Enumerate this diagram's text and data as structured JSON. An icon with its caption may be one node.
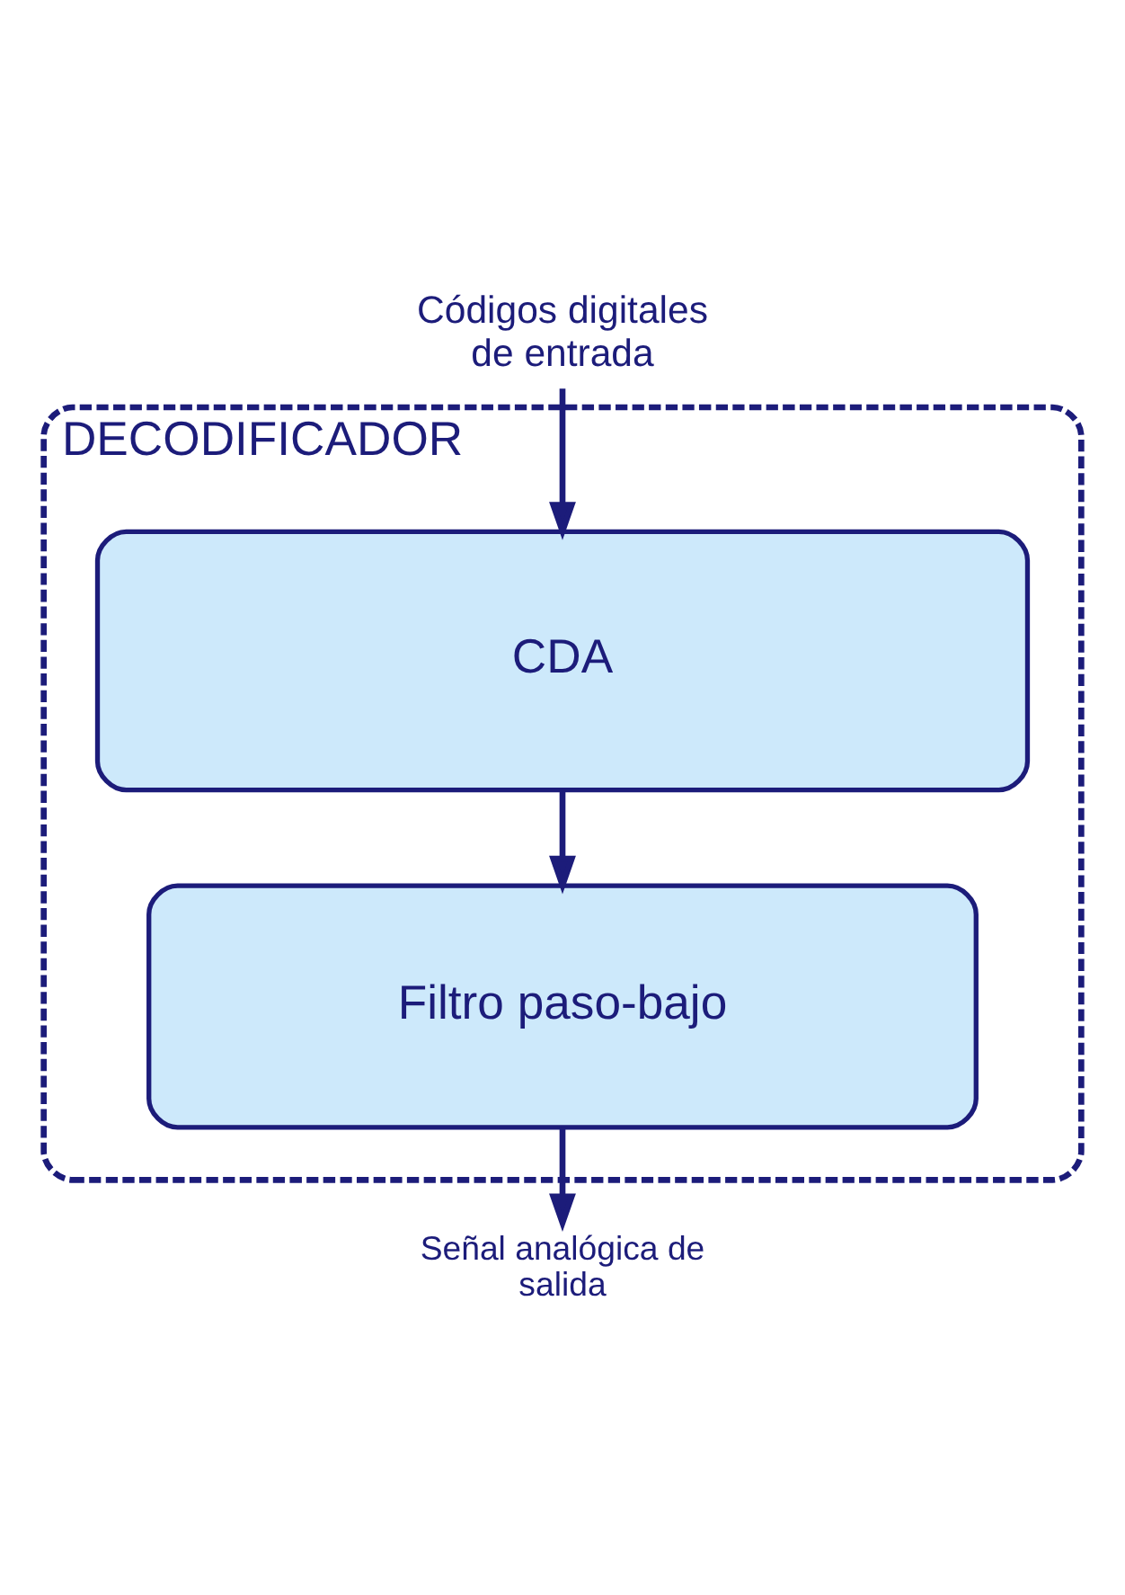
{
  "diagram": {
    "nodes": [
      {
        "text": [
          "Códigos digitales de entrada"
        ]
      },
      {
        "text": [
          "DECODIFICADOR"
        ]
      },
      {
        "text": [
          "CDA"
        ],
        "in": 1
      },
      {
        "text": [
          "Filtro paso-bajo"
        ],
        "in": 1
      },
      {
        "text": [
          "Señal analógica de salida"
        ]
      }
    ],
    "edges": [
      {
        "from": 0,
        "to": 2,
        "arrow": "to"
      },
      {
        "from": 2,
        "to": 3,
        "arrow": "to"
      },
      {
        "from": 3,
        "to": 4,
        "arrow": "to"
      }
    ]
  }
}
